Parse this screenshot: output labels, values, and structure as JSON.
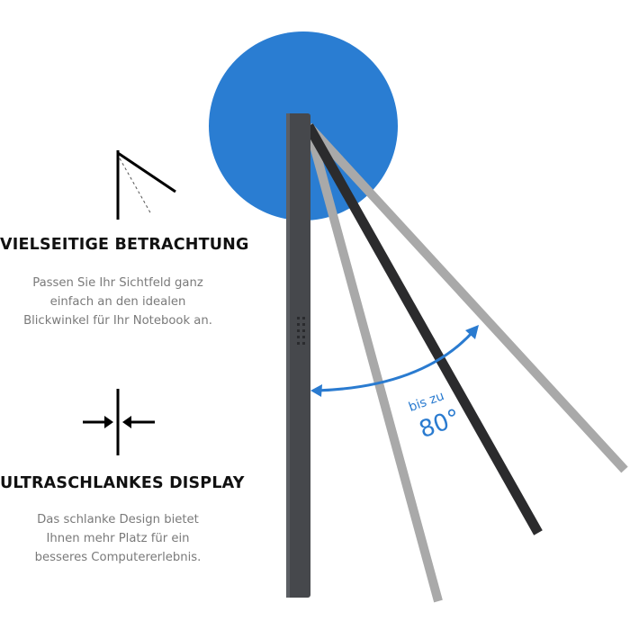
{
  "features": [
    {
      "icon": "viewing-angle-icon",
      "title": "VIELSEITIGE BETRACHTUNG",
      "description_lines": [
        "Passen Sie Ihr Sichtfeld ganz",
        "einfach an den idealen",
        "Blickwinkel für Ihr Notebook an."
      ]
    },
    {
      "icon": "slim-profile-icon",
      "title": "ULTRASCHLANKES DISPLAY",
      "description_lines": [
        "Das schlanke Design bietet",
        "Ihnen mehr Platz für ein",
        "besseres Computererlebnis."
      ]
    }
  ],
  "angle_callout": {
    "prefix": "bis zu",
    "value": "80°"
  },
  "colors": {
    "accent_blue": "#2a7bd0",
    "circle_blue": "#2a7dd2",
    "device_dark": "#46484c",
    "screen_dark": "#2b2b2d",
    "screen_light": "#a9a9a9",
    "heading": "#111111",
    "body_text": "#7a7a7a"
  }
}
